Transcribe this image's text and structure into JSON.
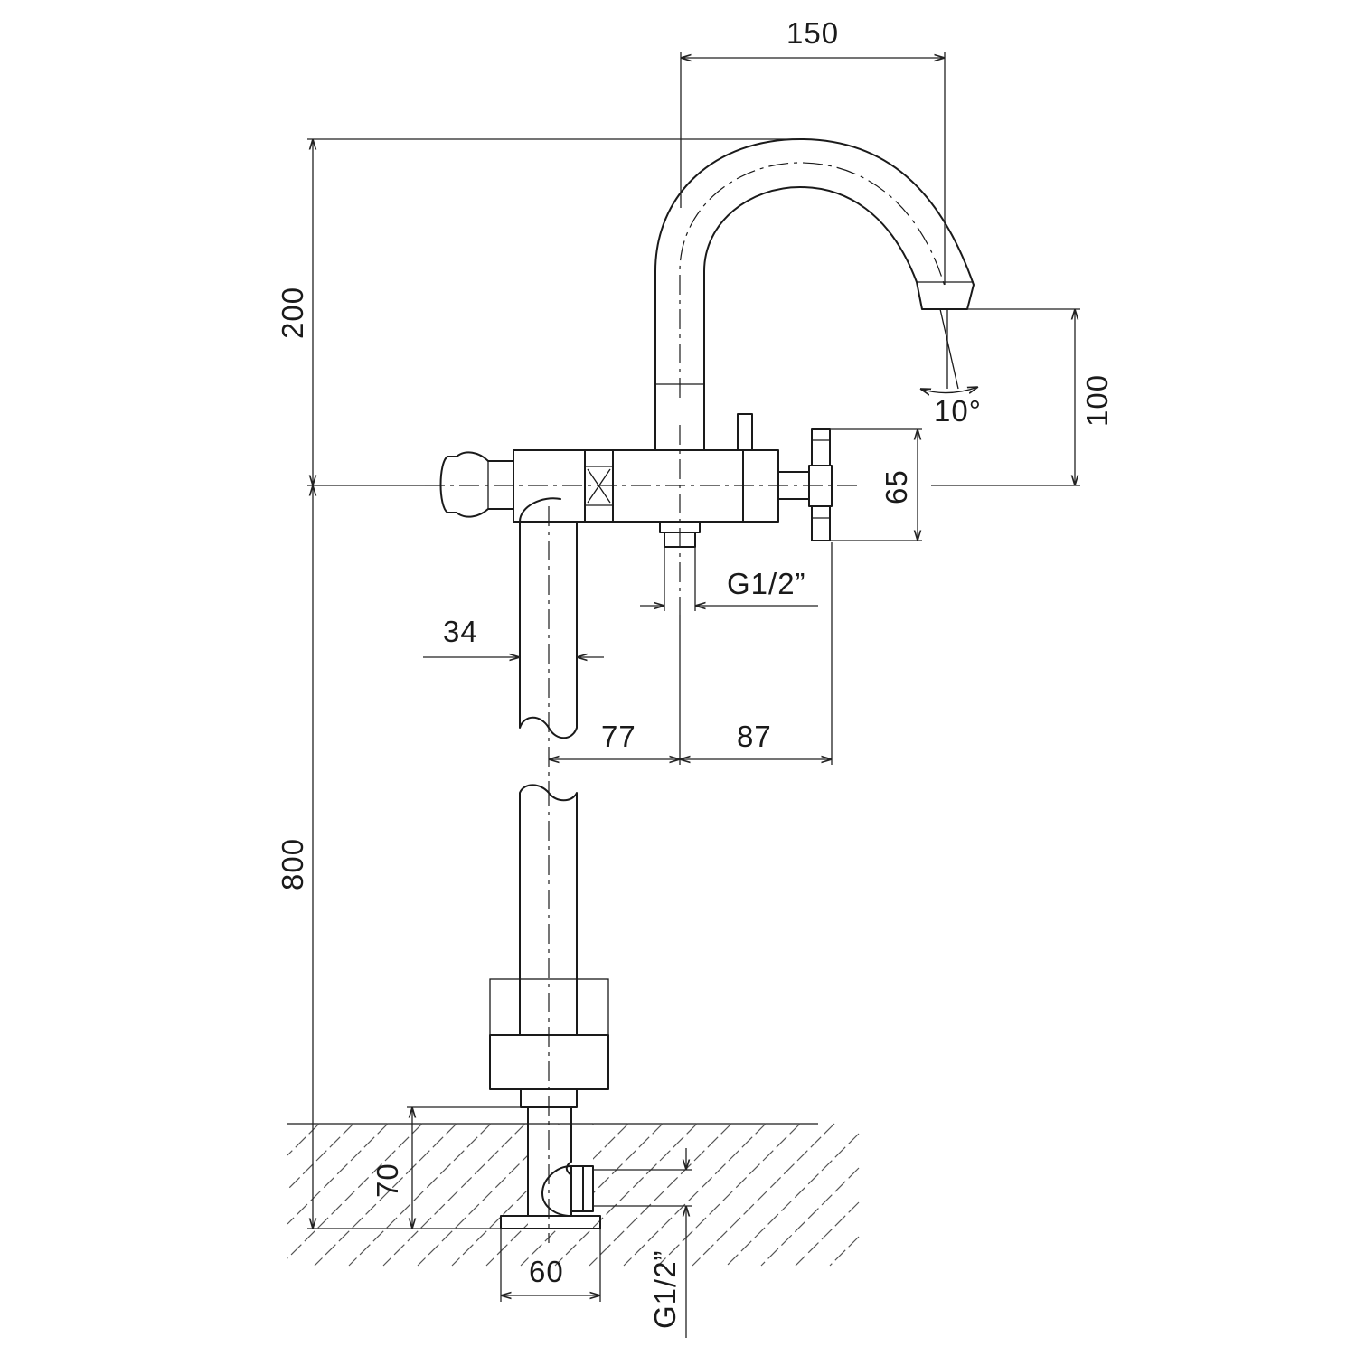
{
  "diagram": {
    "dimensions": {
      "spout_reach": "150",
      "spout_height": "200",
      "outlet_height": "100",
      "spout_angle": "10°",
      "handle_spacing": "65",
      "top_connection": "G1/2”",
      "pipe_diameter": "34",
      "pipe_to_axis": "77",
      "axis_to_handle": "87",
      "column_height": "800",
      "embed_depth": "70",
      "base_width": "60",
      "floor_connection": "G1/2”"
    }
  }
}
